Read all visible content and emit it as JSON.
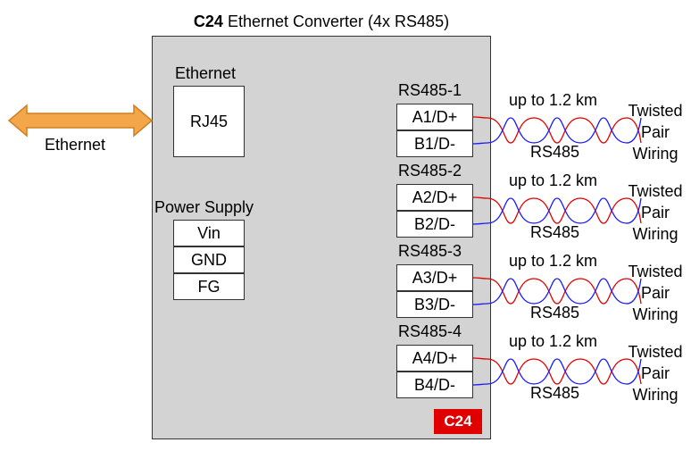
{
  "title": {
    "bold": "C24",
    "rest": " Ethernet Converter (4x RS485)"
  },
  "ethernet_arrow_label": "Ethernet",
  "ethernet_port": {
    "heading": "Ethernet",
    "connector": "RJ45"
  },
  "power_supply": {
    "heading": "Power Supply",
    "terminals": [
      "Vin",
      "GND",
      "FG"
    ]
  },
  "rs485_ports": [
    {
      "name": "RS485-1",
      "a": "A1/D+",
      "b": "B1/D-",
      "distance": "up to 1.2 km",
      "bus": "RS485",
      "wiring": [
        "Twisted",
        "Pair",
        "Wiring"
      ]
    },
    {
      "name": "RS485-2",
      "a": "A2/D+",
      "b": "B2/D-",
      "distance": "up to 1.2 km",
      "bus": "RS485",
      "wiring": [
        "Twisted",
        "Pair",
        "Wiring"
      ]
    },
    {
      "name": "RS485-3",
      "a": "A3/D+",
      "b": "B3/D-",
      "distance": "up to 1.2 km",
      "bus": "RS485",
      "wiring": [
        "Twisted",
        "Pair",
        "Wiring"
      ]
    },
    {
      "name": "RS485-4",
      "a": "A4/D+",
      "b": "B4/D-",
      "distance": "up to 1.2 km",
      "bus": "RS485",
      "wiring": [
        "Twisted",
        "Pair",
        "Wiring"
      ]
    }
  ],
  "badge": "C24",
  "colors": {
    "arrow_fill": "#f4a64a",
    "arrow_stroke": "#d07f1f",
    "wire_red": "#e00000",
    "wire_blue": "#1a1aff",
    "badge": "#e00000",
    "device": "#d3d3d3"
  }
}
